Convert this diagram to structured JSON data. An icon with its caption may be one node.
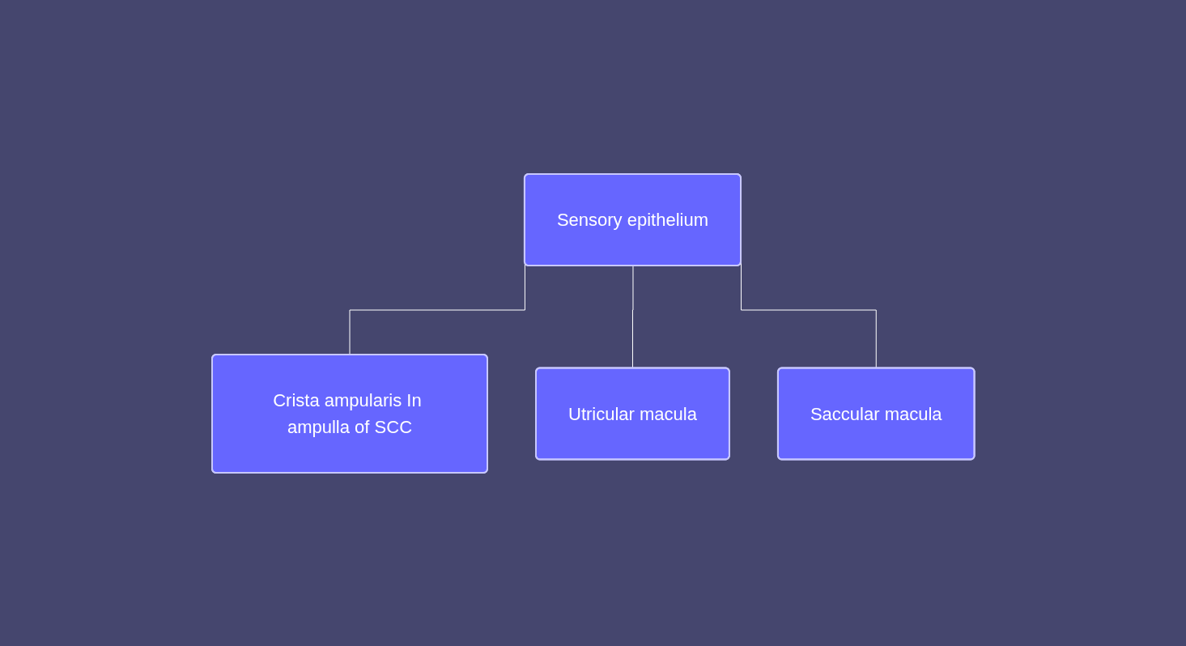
{
  "diagram": {
    "nodes": [
      {
        "text": [
          "Sensory epithelium"
        ]
      },
      {
        "text": [
          "Crista ampularis In ampulla of SCC"
        ]
      },
      {
        "text": [
          "Utricular macula"
        ]
      },
      {
        "text": [
          "Saccular macula"
        ]
      }
    ],
    "edges": [
      {
        "from": 0,
        "to": 1,
        "arrow": "none"
      },
      {
        "from": 0,
        "to": 2,
        "arrow": "none"
      },
      {
        "from": 0,
        "to": 3,
        "arrow": "none"
      }
    ]
  }
}
